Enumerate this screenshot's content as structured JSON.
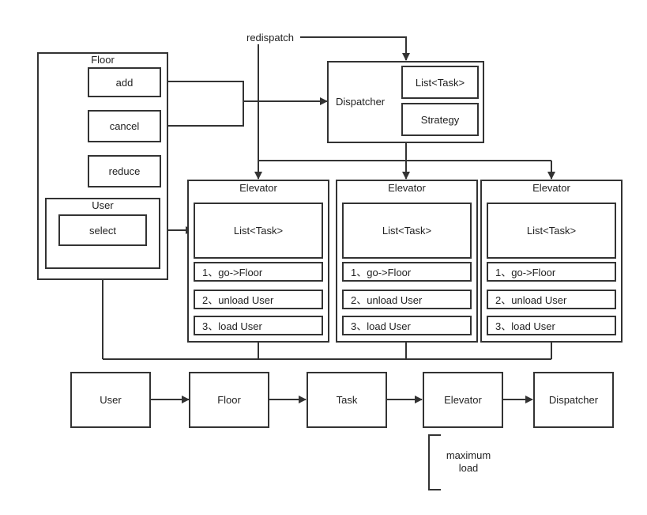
{
  "floor": {
    "title": "Floor",
    "buttons": [
      "add",
      "cancel",
      "reduce"
    ],
    "user": {
      "title": "User",
      "select": "select"
    }
  },
  "redispatch": "redispatch",
  "dispatcher": {
    "title": "Dispatcher",
    "list": "List<Task>",
    "strategy": "Strategy"
  },
  "elevators": [
    {
      "title": "Elevator",
      "list": "List<Task>",
      "steps": [
        "1、go->Floor",
        "2、unload User",
        "3、load User"
      ]
    },
    {
      "title": "Elevator",
      "list": "List<Task>",
      "steps": [
        "1、go->Floor",
        "2、unload User",
        "3、load User"
      ]
    },
    {
      "title": "Elevator",
      "list": "List<Task>",
      "steps": [
        "1、go->Floor",
        "2、unload User",
        "3、load User"
      ]
    }
  ],
  "flow": [
    "User",
    "Floor",
    "Task",
    "Elevator",
    "Dispatcher"
  ],
  "note": "maximum load"
}
